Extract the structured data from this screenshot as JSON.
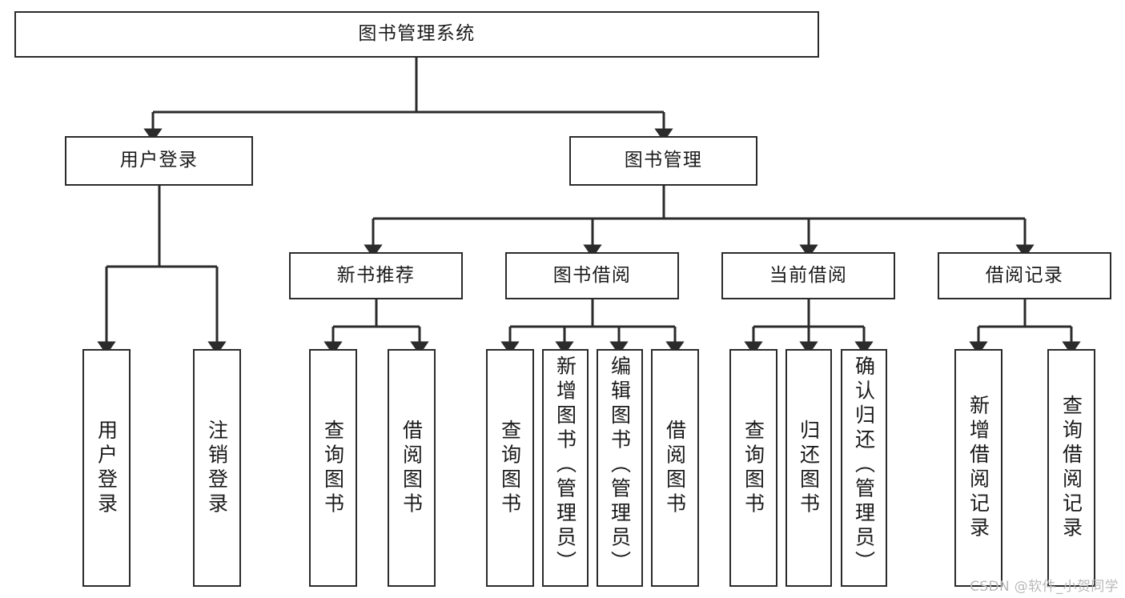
{
  "diagram": {
    "title": "图书管理系统",
    "type": "tree-hierarchy",
    "watermark": "CSDN @软件_小贺同学",
    "colors": {
      "box_border": "#2b2b2b",
      "box_fill": "#ffffff",
      "edge": "#2b2b2b",
      "text": "#1a1a1a",
      "watermark": "#b9b9b9",
      "background": "#ffffff"
    },
    "nodes": {
      "root": {
        "label": "图书管理系统"
      },
      "level2": [
        {
          "id": "user-login",
          "label": "用户登录"
        },
        {
          "id": "book-management",
          "label": "图书管理"
        }
      ],
      "level3": [
        {
          "id": "new-book-recommend",
          "label": "新书推荐"
        },
        {
          "id": "book-borrow",
          "label": "图书借阅"
        },
        {
          "id": "current-borrow",
          "label": "当前借阅"
        },
        {
          "id": "borrow-record",
          "label": "借阅记录"
        }
      ],
      "leaves": {
        "user_login": [
          {
            "id": "leaf-user-login",
            "label": "用户登录"
          },
          {
            "id": "leaf-logout-login",
            "label": "注销登录"
          }
        ],
        "new_book_recommend": [
          {
            "id": "leaf-query-book-1",
            "label": "查询图书"
          },
          {
            "id": "leaf-borrow-book-1",
            "label": "借阅图书"
          }
        ],
        "book_borrow": [
          {
            "id": "leaf-query-book-2",
            "label": "查询图书"
          },
          {
            "id": "leaf-add-book-admin",
            "label": "新增图书（管理员）"
          },
          {
            "id": "leaf-edit-book-admin",
            "label": "编辑图书（管理员）"
          },
          {
            "id": "leaf-borrow-book-2",
            "label": "借阅图书"
          }
        ],
        "current_borrow": [
          {
            "id": "leaf-query-book-3",
            "label": "查询图书"
          },
          {
            "id": "leaf-return-book",
            "label": "归还图书"
          },
          {
            "id": "leaf-confirm-return-admin",
            "label": "确认归还（管理员）"
          }
        ],
        "borrow_record": [
          {
            "id": "leaf-add-borrow-record",
            "label": "新增借阅记录"
          },
          {
            "id": "leaf-query-borrow-record",
            "label": "查询借阅记录"
          }
        ]
      }
    }
  }
}
